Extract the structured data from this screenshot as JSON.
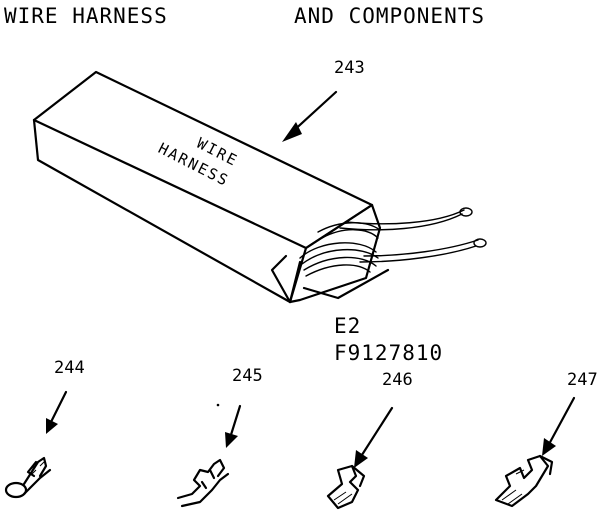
{
  "title": {
    "left": "WIRE HARNESS",
    "right": "AND COMPONENTS"
  },
  "box": {
    "label_line1": "WIRE",
    "label_line2": "HARNESS"
  },
  "part_numbers": {
    "p243": "243",
    "p244": "244",
    "p245": "245",
    "p246": "246",
    "p247": "247"
  },
  "codes": {
    "line1": "E2",
    "line2": "F9127810"
  }
}
